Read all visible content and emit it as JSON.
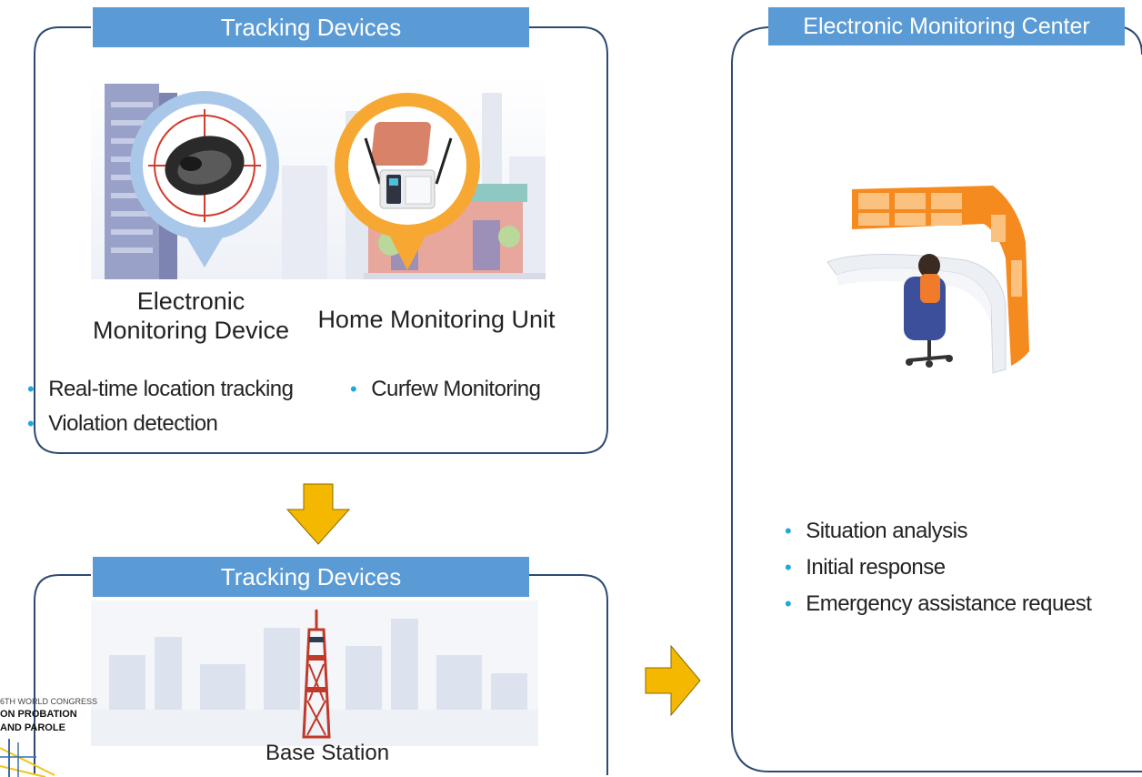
{
  "panels": {
    "tracking_top": {
      "title": "Tracking Devices",
      "device1_label": "Electronic\nMonitoring Device",
      "device2_label": "Home Monitoring Unit",
      "bullets": [
        "Real-time location tracking",
        "Curfew Monitoring",
        "Violation detection"
      ]
    },
    "tracking_bottom": {
      "title": "Tracking Devices",
      "station_label": "Base Station"
    },
    "center": {
      "title": "Electronic Monitoring Center",
      "bullets": [
        "Situation analysis",
        "Initial response",
        "Emergency assistance request"
      ]
    }
  },
  "logo": {
    "line1": "6TH WORLD CONGRESS",
    "line2": "ON PROBATION",
    "line3": "AND PAROLE"
  },
  "colors": {
    "title_bar": "#5b9bd5",
    "frame": "#2e4a72",
    "arrow": "#f5b800",
    "bullet": "#1ea7e1",
    "orange": "#f58a1f"
  }
}
